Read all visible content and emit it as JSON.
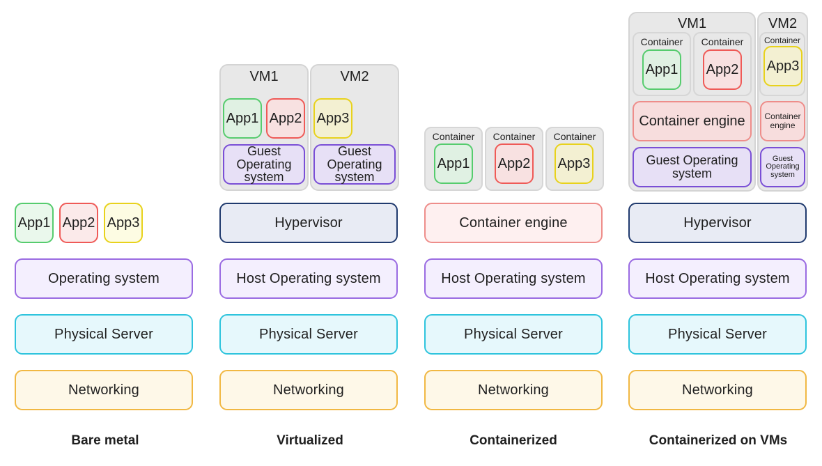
{
  "columns": {
    "bare_metal": {
      "caption": "Bare metal",
      "apps": [
        "App1",
        "App2",
        "App3"
      ],
      "os": "Operating system",
      "physical": "Physical Server",
      "networking": "Networking"
    },
    "virtualized": {
      "caption": "Virtualized",
      "vm1": {
        "label": "VM1",
        "apps": [
          "App1",
          "App2"
        ],
        "guest_os": "Guest Operating system"
      },
      "vm2": {
        "label": "VM2",
        "apps": [
          "App3"
        ],
        "guest_os": "Guest Operating system"
      },
      "hypervisor": "Hypervisor",
      "host_os": "Host Operating system",
      "physical": "Physical Server",
      "networking": "Networking"
    },
    "containerized": {
      "caption": "Containerized",
      "containers": [
        {
          "label": "Container",
          "app": "App1"
        },
        {
          "label": "Container",
          "app": "App2"
        },
        {
          "label": "Container",
          "app": "App3"
        }
      ],
      "engine": "Container engine",
      "host_os": "Host Operating system",
      "physical": "Physical Server",
      "networking": "Networking"
    },
    "containerized_vms": {
      "caption": "Containerized on VMs",
      "vm1": {
        "label": "VM1",
        "containers": [
          {
            "label": "Container",
            "app": "App1"
          },
          {
            "label": "Container",
            "app": "App2"
          }
        ],
        "engine": "Container engine",
        "guest_os": "Guest Operating system"
      },
      "vm2": {
        "label": "VM2",
        "container": {
          "label": "Container",
          "app": "App3"
        },
        "engine": "Container engine",
        "guest_os": "Guest Operating system"
      },
      "hypervisor": "Hypervisor",
      "host_os": "Host Operating system",
      "physical": "Physical Server",
      "networking": "Networking"
    }
  }
}
